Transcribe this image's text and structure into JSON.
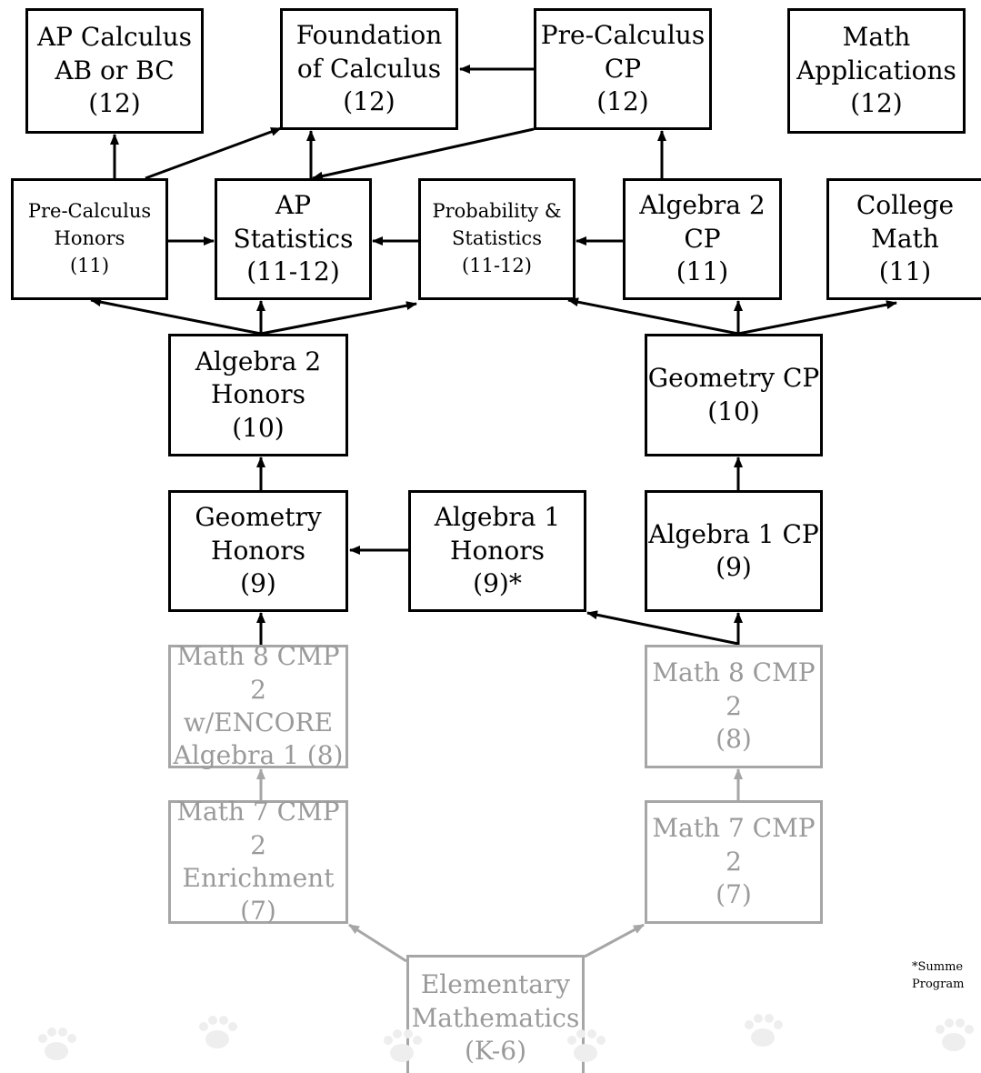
{
  "colors": {
    "line": "#000000",
    "middle_school": "#a6a6a6",
    "paw": "#eeeeee"
  },
  "courses": {
    "ap_calc": [
      "AP Calculus",
      "AB or BC",
      "(12)"
    ],
    "foundation_calc": [
      "Foundation",
      "of Calculus",
      "(12)"
    ],
    "precalc_cp": [
      "Pre-Calculus",
      "CP",
      "(12)"
    ],
    "math_app": [
      "Math",
      "Applications",
      "(12)"
    ],
    "precalc_h": [
      "Pre-Calculus",
      "Honors",
      "(11)"
    ],
    "ap_stats": [
      "AP Statistics",
      "(11-12)"
    ],
    "prob_stats": [
      "Probability &",
      "Statistics",
      "(11-12)"
    ],
    "alg2_cp": [
      "Algebra 2",
      "CP",
      "(11)"
    ],
    "college_math": [
      "College",
      "Math",
      "(11)"
    ],
    "alg2_h": [
      "Algebra 2",
      "Honors",
      "(10)"
    ],
    "geo_cp": [
      "Geometry CP",
      "(10)"
    ],
    "geo_h": [
      "Geometry",
      "Honors",
      "(9)"
    ],
    "alg1_h": [
      "Algebra 1",
      "Honors",
      "(9)*"
    ],
    "alg1_cp": [
      "Algebra 1 CP",
      "(9)"
    ],
    "math8_enc": [
      "Math 8 CMP 2",
      "w/ENCORE",
      "Algebra 1 (8)"
    ],
    "math8": [
      "Math 8 CMP",
      "2",
      "(8)"
    ],
    "math7_enr": [
      "Math 7 CMP 2",
      "Enrichment",
      "(7)"
    ],
    "math7": [
      "Math 7 CMP",
      "2",
      "(7)"
    ],
    "elem": [
      "Elementary",
      "Mathematics",
      "(K-6)"
    ]
  },
  "footnote": [
    "*Summe",
    "Program"
  ],
  "edges": [
    {
      "from": "precalc_h",
      "to": "ap_calc"
    },
    {
      "from": "precalc_h",
      "to": "foundation_calc"
    },
    {
      "from": "ap_stats",
      "to": "foundation_calc"
    },
    {
      "from": "precalc_cp",
      "to": "foundation_calc"
    },
    {
      "from": "precalc_cp",
      "to": "ap_stats"
    },
    {
      "from": "alg2_cp",
      "to": "precalc_cp"
    },
    {
      "from": "precalc_h",
      "to": "ap_stats"
    },
    {
      "from": "prob_stats",
      "to": "ap_stats"
    },
    {
      "from": "alg2_cp",
      "to": "prob_stats"
    },
    {
      "from": "alg2_h",
      "to": "precalc_h"
    },
    {
      "from": "alg2_h",
      "to": "ap_stats"
    },
    {
      "from": "alg2_h",
      "to": "prob_stats"
    },
    {
      "from": "geo_cp",
      "to": "prob_stats"
    },
    {
      "from": "geo_cp",
      "to": "alg2_cp"
    },
    {
      "from": "geo_cp",
      "to": "college_math"
    },
    {
      "from": "geo_h",
      "to": "alg2_h"
    },
    {
      "from": "alg1_cp",
      "to": "geo_cp"
    },
    {
      "from": "alg1_h",
      "to": "geo_h"
    },
    {
      "from": "math8",
      "to": "alg1_h"
    },
    {
      "from": "math8",
      "to": "alg1_cp"
    },
    {
      "from": "math8_enc",
      "to": "geo_h"
    },
    {
      "from": "math7_enr",
      "to": "math8_enc"
    },
    {
      "from": "math7",
      "to": "math8"
    },
    {
      "from": "elem",
      "to": "math7_enr"
    },
    {
      "from": "elem",
      "to": "math7"
    }
  ]
}
